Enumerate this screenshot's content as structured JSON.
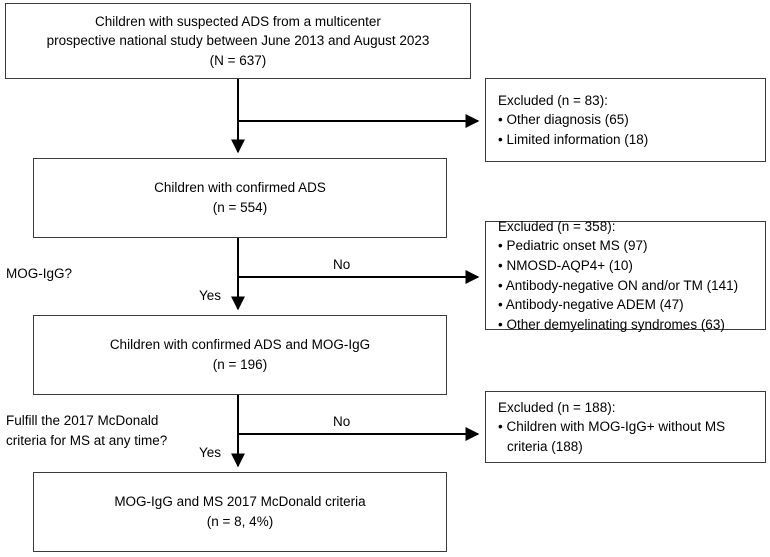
{
  "figure": {
    "type": "flowchart",
    "title": "Study participant selection flow"
  },
  "nodes": {
    "top": {
      "line1": "Children with suspected ADS from a multicenter",
      "line2": "prospective national study between June 2013 and August 2023",
      "line3": "(N = 637)"
    },
    "confirmed_ads": {
      "line1": "Children with confirmed ADS",
      "line2": "(n = 554)"
    },
    "ads_mog": {
      "line1": "Children with confirmed ADS and MOG-IgG",
      "line2": "(n = 196)"
    },
    "final": {
      "line1": "MOG-IgG and MS 2017 McDonald criteria",
      "line2": "(n = 8, 4%)"
    }
  },
  "excluded": {
    "first": {
      "header": "Excluded (n = 83):",
      "items": [
        "• Other diagnosis (65)",
        "• Limited information (18)"
      ]
    },
    "second": {
      "header": "Excluded (n = 358):",
      "items": [
        "• Pediatric onset MS (97)",
        "• NMOSD-AQP4+ (10)",
        "• Antibody-negative ON and/or TM (141)",
        "• Antibody-negative ADEM (47)",
        "• Other demyelinating syndromes (63)"
      ]
    },
    "third": {
      "header": "Excluded (n = 188):",
      "items": [
        "• Children with MOG-IgG+ without MS criteria (188)"
      ]
    }
  },
  "questions": {
    "mog": "MOG-IgG?",
    "mcdonald": "Fulfill the 2017 McDonald\ncriteria for MS at any time?"
  },
  "edge_labels": {
    "no_1": "No",
    "yes_1": "Yes",
    "no_2": "No",
    "yes_2": "Yes"
  },
  "colors": {
    "stroke": "#3a3a3a",
    "wire": "#000000",
    "text": "#000000",
    "background": "#ffffff"
  }
}
